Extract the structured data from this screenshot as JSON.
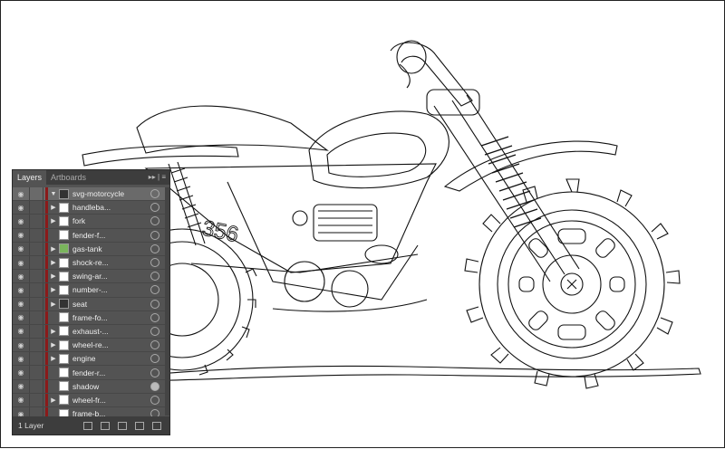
{
  "panel": {
    "tabs": [
      "Layers",
      "Artboards"
    ],
    "top_layer": "svg-motorcycle",
    "layers": [
      {
        "name": "handleba...",
        "expandable": true,
        "thumb": "line"
      },
      {
        "name": "fork",
        "expandable": true,
        "thumb": "line"
      },
      {
        "name": "fender-f...",
        "expandable": false,
        "thumb": "curve"
      },
      {
        "name": "gas-tank",
        "expandable": true,
        "thumb": "green"
      },
      {
        "name": "shock-re...",
        "expandable": true,
        "thumb": "line"
      },
      {
        "name": "swing-ar...",
        "expandable": true,
        "thumb": "line"
      },
      {
        "name": "number-...",
        "expandable": true,
        "thumb": "grey"
      },
      {
        "name": "seat",
        "expandable": true,
        "thumb": "dark"
      },
      {
        "name": "frame-fo...",
        "expandable": false,
        "thumb": "line"
      },
      {
        "name": "exhaust-...",
        "expandable": true,
        "thumb": "line"
      },
      {
        "name": "wheel-re...",
        "expandable": true,
        "thumb": "wheel"
      },
      {
        "name": "engine",
        "expandable": true,
        "thumb": "line"
      },
      {
        "name": "fender-r...",
        "expandable": false,
        "thumb": "curve"
      },
      {
        "name": "shadow",
        "expandable": false,
        "thumb": "blank",
        "target_filled": true
      },
      {
        "name": "wheel-fr...",
        "expandable": true,
        "thumb": "wheel"
      },
      {
        "name": "frame-b...",
        "expandable": false,
        "thumb": "line"
      }
    ],
    "layer_count": "1 Layer",
    "layer_color": "#8b1a1a"
  },
  "artwork": {
    "number_plate": "356"
  }
}
